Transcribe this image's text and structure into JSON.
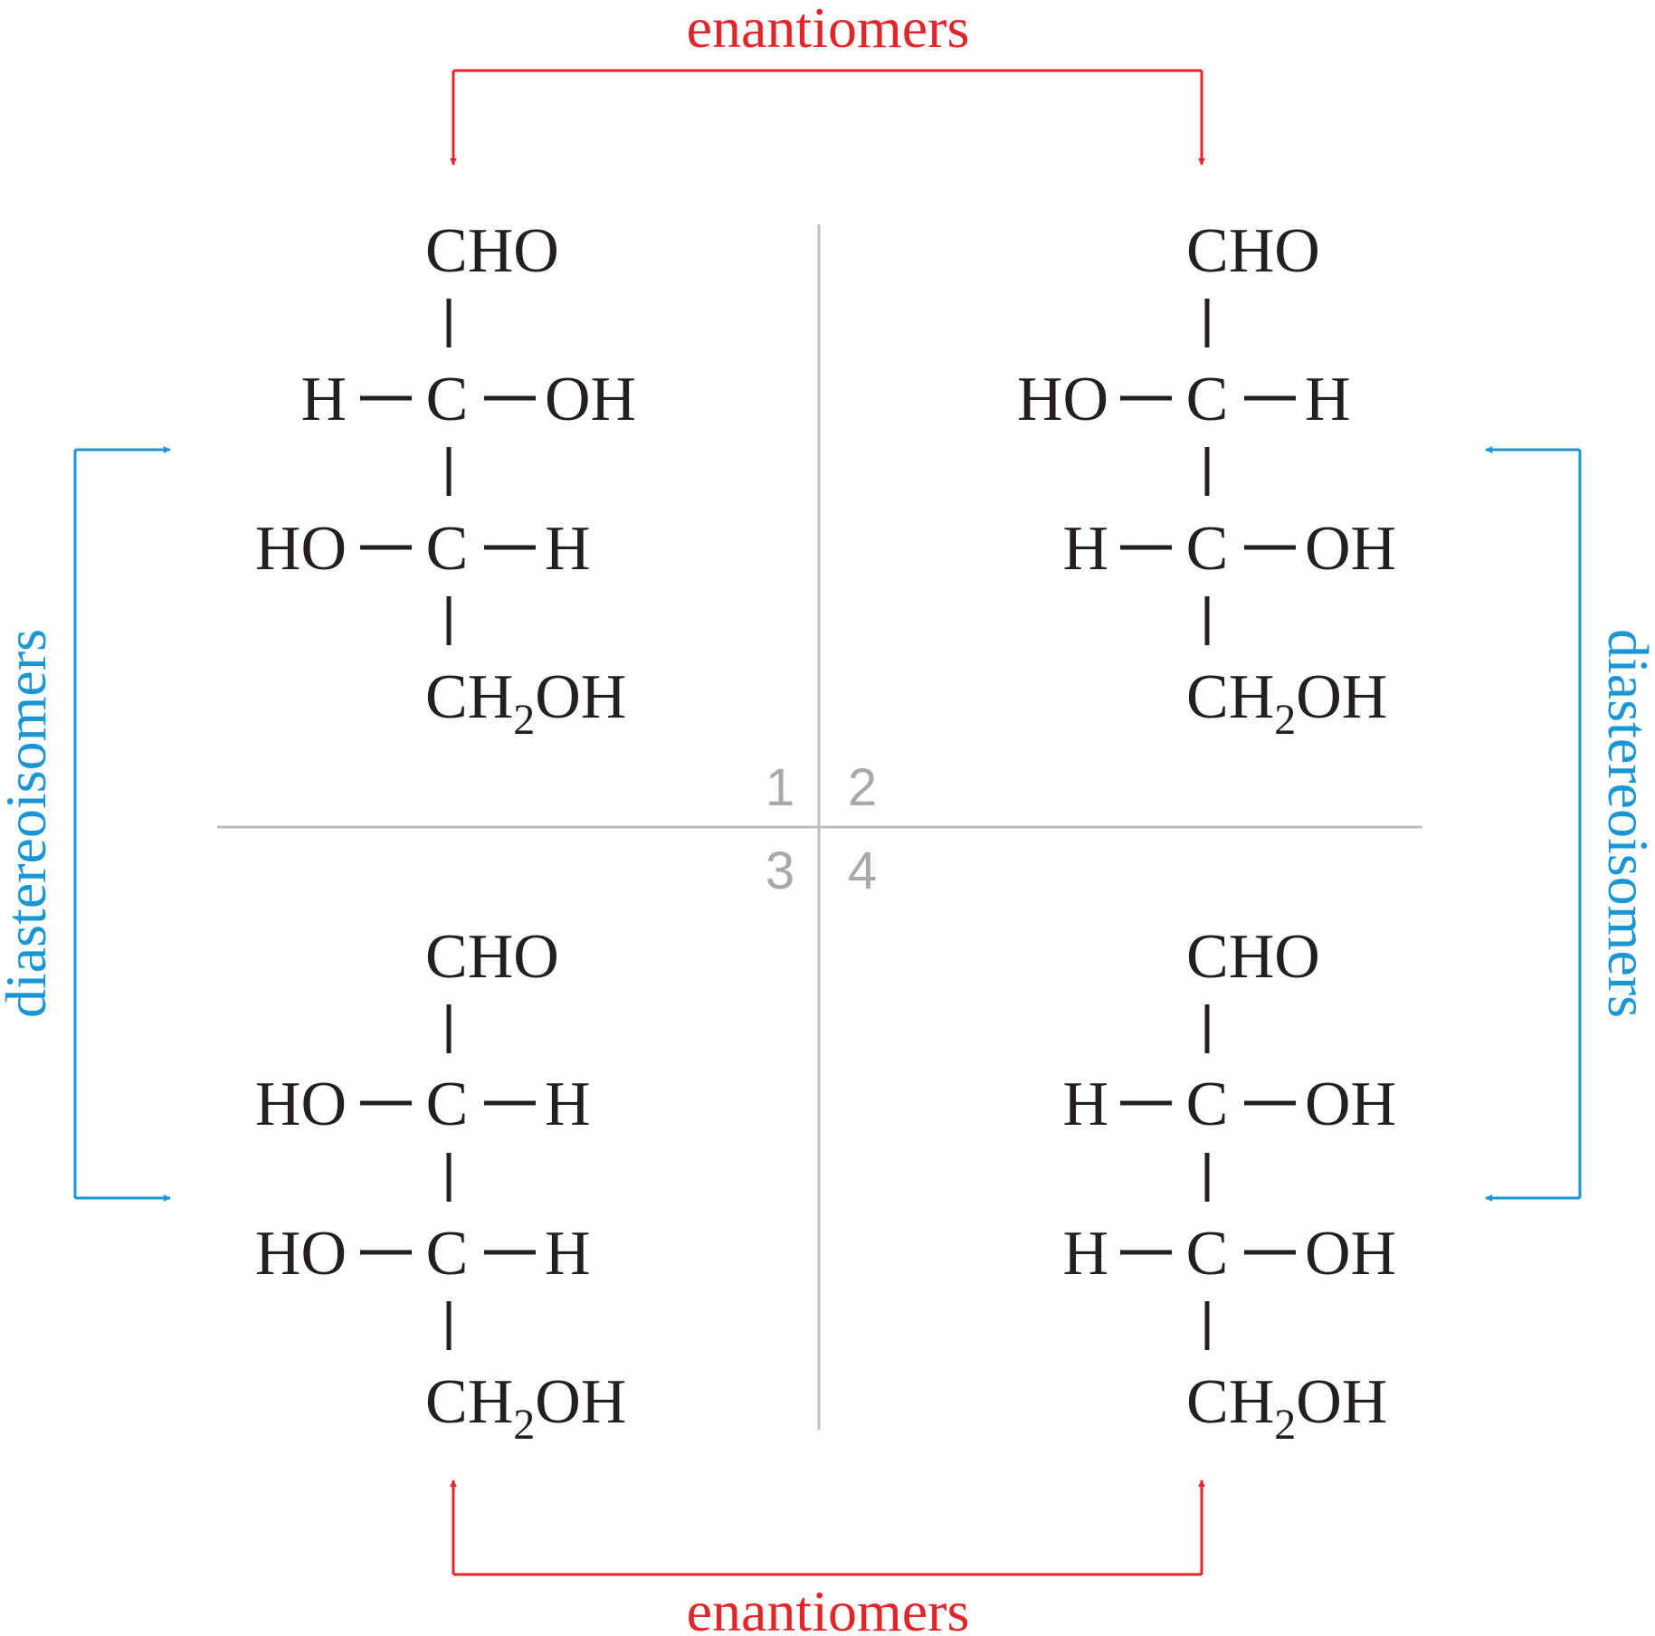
{
  "labels": {
    "enantiomers_top": "enantiomers",
    "enantiomers_bottom": "enantiomers",
    "diastereoisomers_left": "diastereoisomers",
    "diastereoisomers_right": "diastereoisomers"
  },
  "quadrant_numbers": [
    "1",
    "2",
    "3",
    "4"
  ],
  "structures": [
    {
      "number": "1",
      "top": "CHO",
      "row1": {
        "left": "H",
        "center": "C",
        "right": "OH"
      },
      "row2": {
        "left": "HO",
        "center": "C",
        "right": "H"
      },
      "bottom": {
        "a": "CH",
        "sub": "2",
        "b": "OH"
      }
    },
    {
      "number": "2",
      "top": "CHO",
      "row1": {
        "left": "HO",
        "center": "C",
        "right": "H"
      },
      "row2": {
        "left": "H",
        "center": "C",
        "right": "OH"
      },
      "bottom": {
        "a": "CH",
        "sub": "2",
        "b": "OH"
      }
    },
    {
      "number": "3",
      "top": "CHO",
      "row1": {
        "left": "HO",
        "center": "C",
        "right": "H"
      },
      "row2": {
        "left": "HO",
        "center": "C",
        "right": "H"
      },
      "bottom": {
        "a": "CH",
        "sub": "2",
        "b": "OH"
      }
    },
    {
      "number": "4",
      "top": "CHO",
      "row1": {
        "left": "H",
        "center": "C",
        "right": "OH"
      },
      "row2": {
        "left": "H",
        "center": "C",
        "right": "OH"
      },
      "bottom": {
        "a": "CH",
        "sub": "2",
        "b": "OH"
      }
    }
  ],
  "colors": {
    "enantiomer_arrow": "#e0262a",
    "diastereoisomer_arrow": "#1a96d4",
    "structure_text": "#231f20",
    "quadrant_lines": "#bcbec0"
  }
}
